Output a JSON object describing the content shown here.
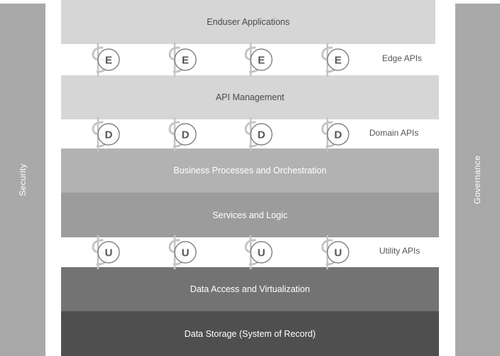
{
  "sidebars": {
    "left": "Security",
    "right": "Governance"
  },
  "layers": {
    "enduser": "Enduser Applications",
    "api_management": "API Management",
    "business_processes": "Business Processes and Orchestration",
    "services_logic": "Services and Logic",
    "data_access": "Data Access and Virtualization",
    "data_storage": "Data Storage (System of Record)"
  },
  "api_rows": {
    "edge": {
      "label": "Edge APIs",
      "letter": "E"
    },
    "domain": {
      "label": "Domain APIs",
      "letter": "D"
    },
    "utility": {
      "label": "Utility APIs",
      "letter": "U"
    }
  },
  "colors": {
    "sidebar": "#a9a9a9",
    "layer_light": "#d6d6d6",
    "layer_mid": "#b2b2b2",
    "layer_mid_dark": "#9c9c9c",
    "layer_dark": "#737373",
    "layer_darkest": "#4f4f4f"
  }
}
